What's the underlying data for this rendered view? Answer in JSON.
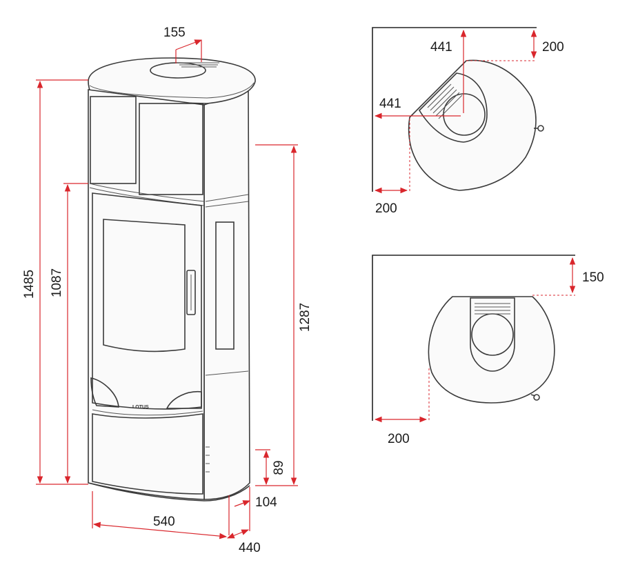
{
  "front_view": {
    "dim_top_outlet": "155",
    "dim_total_height": "1485",
    "dim_door_height": "1087",
    "dim_outlet_height": "1287",
    "dim_base_height": "89",
    "dim_side_offset": "104",
    "dim_width": "540",
    "dim_depth": "440",
    "logo": "LOTUS"
  },
  "corner_plan": {
    "dim_center_x": "441",
    "dim_center_y": "441",
    "dim_wall_back": "200",
    "dim_wall_side": "200"
  },
  "wall_plan": {
    "dim_wall_back": "150",
    "dim_wall_side": "200"
  },
  "colors": {
    "dimension": "#d9262c",
    "outline": "#3a3a3a"
  }
}
